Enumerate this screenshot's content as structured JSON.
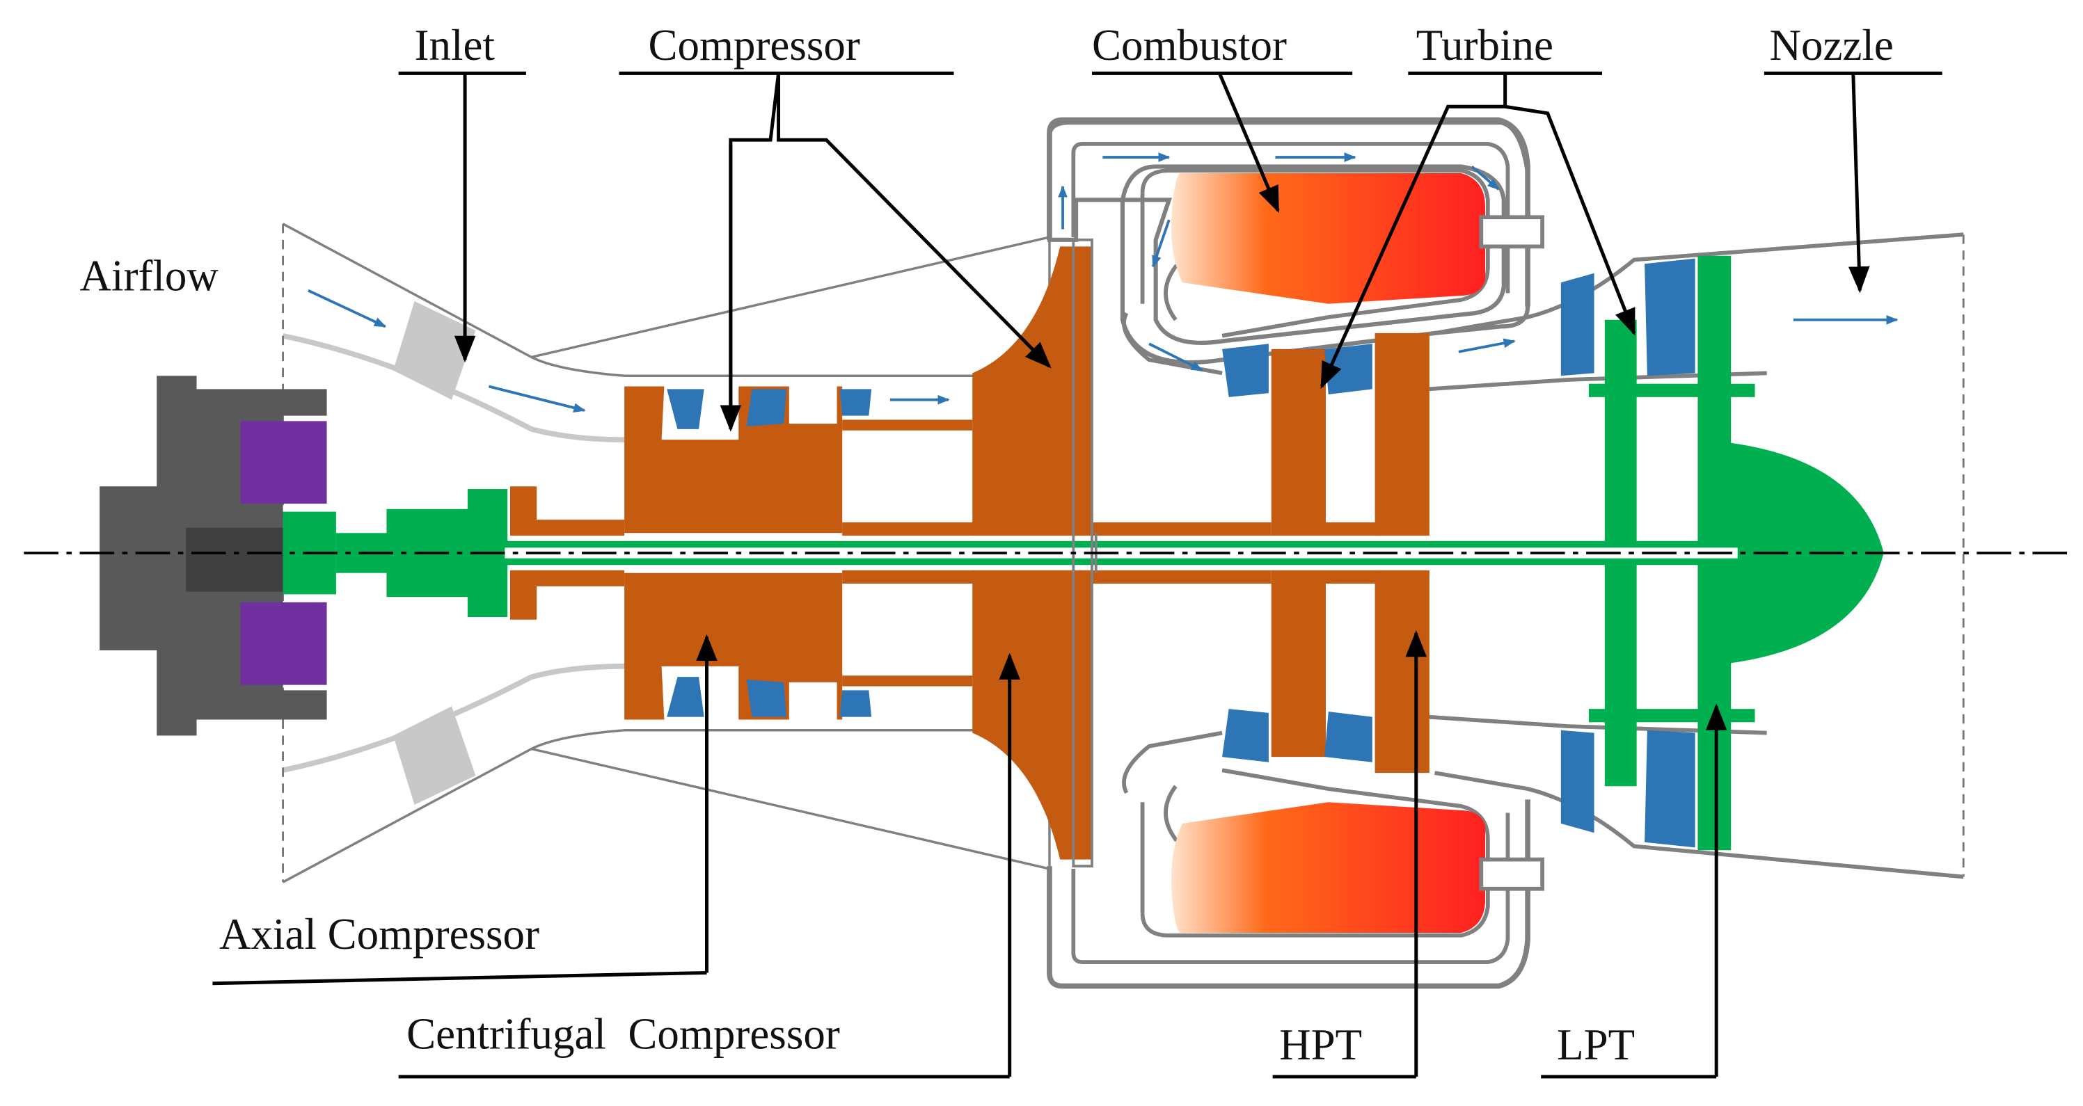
{
  "labels": {
    "inlet": "Inlet",
    "compressor": "Compressor",
    "combustor": "Combustor",
    "turbine": "Turbine",
    "nozzle": "Nozzle",
    "airflow": "Airflow",
    "axial_compressor": "Axial Compressor",
    "centrifugal_compressor": "Centrifugal  Compressor",
    "hpt": "HPT",
    "lpt": "LPT"
  },
  "colors": {
    "casing": "#808080",
    "compressor_rotor": "#c55a11",
    "stator_vane": "#2e75b6",
    "lp_shaft": "#00b050",
    "inlet_guide": "#c8c8c8",
    "starter_dark": "#595959",
    "starter_darker": "#404040",
    "starter_coil": "#7030a0",
    "flame_hot": "#ff2020",
    "flame_mid": "#ff6a1a",
    "flame_cool": "#ffe3cc",
    "flow_arrow": "#2e75b6",
    "leader": "#000000"
  }
}
